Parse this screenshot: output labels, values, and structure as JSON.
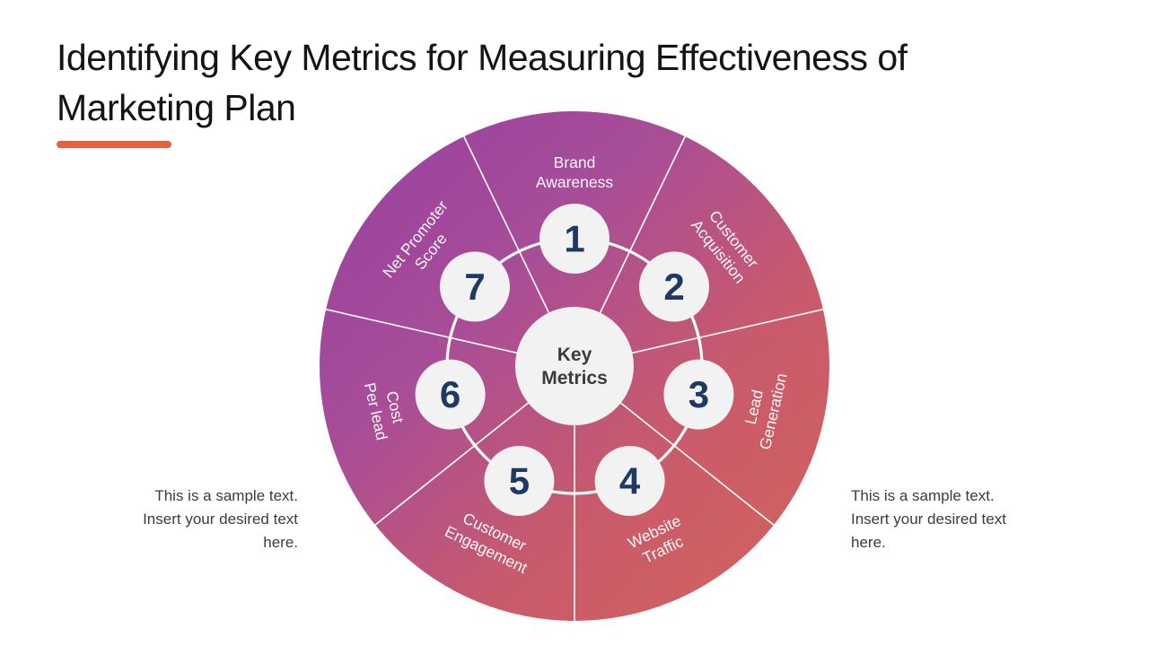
{
  "title": {
    "lines": [
      "Identifying Key Metrics for Measuring Effectiveness of",
      "Marketing Plan"
    ],
    "underline_color": "#E8623B",
    "text_color": "#141414"
  },
  "side_notes": {
    "left": "This is a sample text.\nInsert your desired text\nhere.",
    "right": "This is a sample text.\nInsert your desired text\nhere."
  },
  "diagram": {
    "center": {
      "label": "Key Metrics",
      "lines": [
        "Key",
        "Metrics"
      ]
    },
    "wheel_gradient": {
      "start": "#963FA1",
      "mid1": "#A84D98",
      "mid2": "#C95A6C",
      "end": "#D2645A"
    },
    "node_fill": "#F2F2F2",
    "center_fill": "#F2F2F2",
    "number_color": "#1F3864",
    "label_color": "#FFFFFF",
    "sectors": [
      {
        "number": "1",
        "label": "Brand Awareness",
        "lines": [
          "Brand",
          "Awareness"
        ]
      },
      {
        "number": "2",
        "label": "Customer Acquisition",
        "lines": [
          "Customer",
          "Acquisition"
        ]
      },
      {
        "number": "3",
        "label": "Lead Generation",
        "lines": [
          "Lead",
          "Generation"
        ]
      },
      {
        "number": "4",
        "label": "Website Traffic",
        "lines": [
          "Website",
          "Traffic"
        ]
      },
      {
        "number": "5",
        "label": "Customer Engagement",
        "lines": [
          "Customer",
          "Engagement"
        ]
      },
      {
        "number": "6",
        "label": "Cost Per lead",
        "lines": [
          "Cost",
          "Per lead"
        ]
      },
      {
        "number": "7",
        "label": "Net Promoter Score",
        "lines": [
          "Net Promoter",
          "Score"
        ]
      }
    ]
  }
}
